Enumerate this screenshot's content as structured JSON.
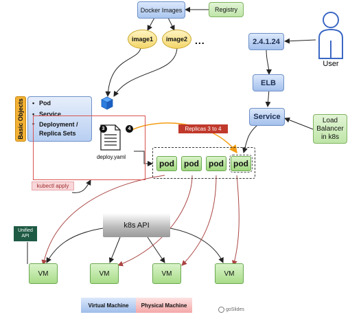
{
  "docker_images": "Docker Images",
  "registry": "Registry",
  "images": [
    "image1",
    "image2"
  ],
  "ellipsis": "...",
  "user_label": "User",
  "ip": "2.4.1.24",
  "elb": "ELB",
  "service_node": "Service",
  "load_balancer": "Load\nBalancer\nin k8s",
  "basic_objects": {
    "title": "Basic Objects",
    "items": [
      "Pod",
      "Service",
      "Deployment /\nReplica Sets"
    ]
  },
  "deploy_file": "deploy.yaml",
  "step_badges": [
    "3",
    "4"
  ],
  "replicas_label": "Replicas 3 to 4",
  "pods": [
    "pod",
    "pod",
    "pod",
    "pod"
  ],
  "kubectl": "kubectl apply",
  "unified_api": "Unified\nAPI",
  "k8s_api": "k8s API",
  "vms": [
    "VM",
    "VM",
    "VM",
    "VM"
  ],
  "legend": {
    "virtual": "Virtual Machine",
    "physical": "Physical Machine"
  },
  "watermark": "goSlides",
  "colors": {
    "blue": "#aac6ef",
    "green": "#bfe5a8",
    "yellow": "#f3d66a",
    "orange_sidebar": "#f2b134",
    "red_arrow": "#a94442",
    "replica_label_bg": "#c0392b",
    "orange_arrow": "#f39c12",
    "pink": "#f4a7a7",
    "unified_api_bg": "#1e5a44"
  }
}
